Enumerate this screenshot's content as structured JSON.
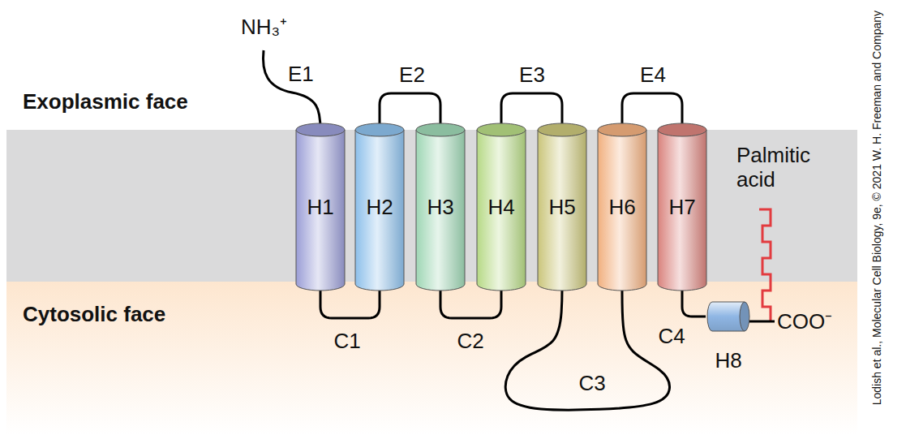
{
  "diagram": {
    "nodes": [
      {
        "text": [
          "H1"
        ]
      },
      {
        "text": [
          "H2"
        ]
      },
      {
        "text": [
          "H3"
        ]
      },
      {
        "text": [
          "H4"
        ]
      },
      {
        "text": [
          "H5"
        ]
      },
      {
        "text": [
          "H6"
        ]
      },
      {
        "text": [
          "H7"
        ]
      },
      {
        "text": [
          "H8"
        ]
      }
    ],
    "edges": [
      {
        "from": 0,
        "to": 1,
        "arrow": "none",
        "label": "C1"
      },
      {
        "from": 1,
        "to": 2,
        "arrow": "none",
        "label": "E2"
      },
      {
        "from": 2,
        "to": 3,
        "arrow": "none",
        "label": "C2"
      },
      {
        "from": 3,
        "to": 4,
        "arrow": "none",
        "label": "E3"
      },
      {
        "from": 4,
        "to": 5,
        "arrow": "none",
        "label": "C3"
      },
      {
        "from": 5,
        "to": 6,
        "arrow": "none",
        "label": "E4"
      },
      {
        "from": 6,
        "to": 7,
        "arrow": "none",
        "label": "C4"
      }
    ],
    "labels": [
      "NH₃⁺",
      "E1",
      "Exoplasmic face",
      "Cytosolic face",
      "Palmitic acid",
      "COO⁻",
      "Lodish et al., Molecular Cell Biology, 9e, © 2021 W. H. Freeman and Company"
    ]
  }
}
